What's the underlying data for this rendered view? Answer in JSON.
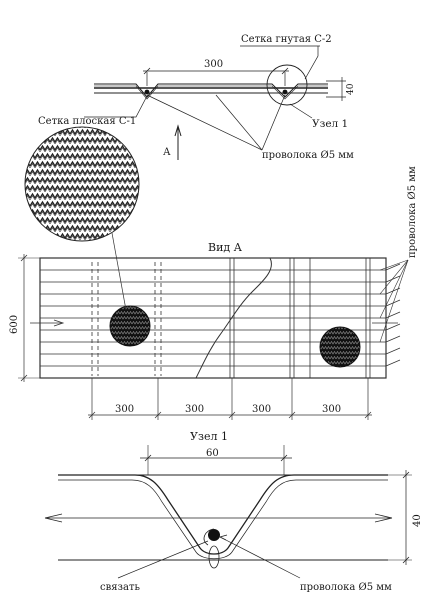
{
  "top_section": {
    "label_mesh_bent": "Сетка гнутая С-2",
    "label_mesh_flat": "Сетка плоская С-1",
    "label_node": "Узел 1",
    "label_wire": "проволока Ø5 мм",
    "label_view_arrow": "А",
    "dim_spacing": "300",
    "dim_height": "40"
  },
  "plan_section": {
    "title": "Вид А",
    "dim_width": "600",
    "dims_bottom": [
      "300",
      "300",
      "300",
      "300"
    ],
    "label_wire_vertical": "проволока Ø5 мм"
  },
  "node_section": {
    "title": "Узел 1",
    "dim_top": "60",
    "dim_right": "40",
    "label_tie": "связать",
    "label_wire": "проволока Ø5 мм"
  }
}
